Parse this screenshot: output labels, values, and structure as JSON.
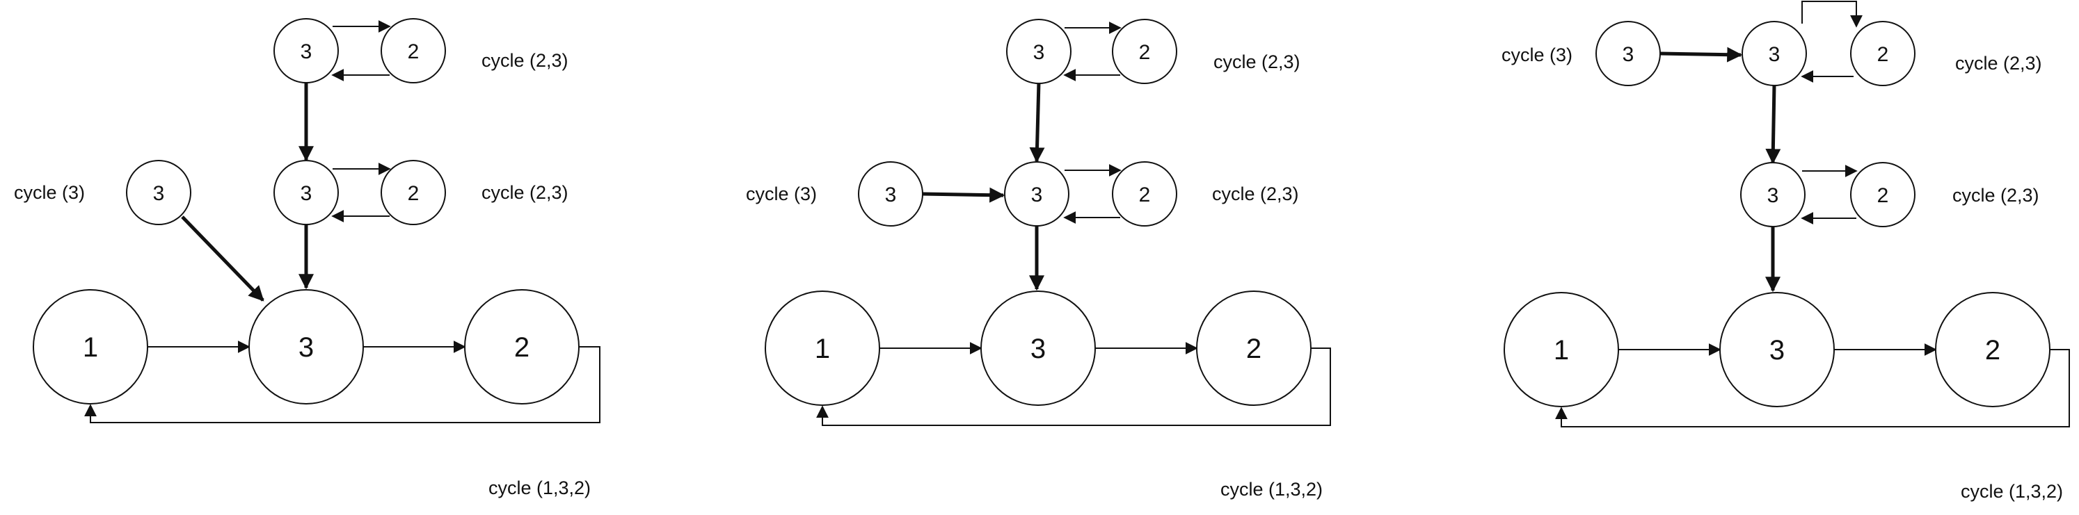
{
  "panels": [
    {
      "id": "panel-1",
      "node_labels": {
        "big1": "1",
        "big3": "3",
        "big2": "2",
        "top3": "3",
        "top2": "2",
        "mid3": "3",
        "mid2": "2",
        "side3": "3"
      },
      "cycle_labels": {
        "top": "cycle (2,3)",
        "mid": "cycle (2,3)",
        "side": "cycle (3)",
        "bottom": "cycle (1,3,2)"
      }
    },
    {
      "id": "panel-2",
      "node_labels": {
        "big1": "1",
        "big3": "3",
        "big2": "2",
        "top3": "3",
        "top2": "2",
        "mid3": "3",
        "mid2": "2",
        "side3": "3"
      },
      "cycle_labels": {
        "top": "cycle (2,3)",
        "mid": "cycle (2,3)",
        "side": "cycle (3)",
        "bottom": "cycle (1,3,2)"
      }
    },
    {
      "id": "panel-3",
      "node_labels": {
        "big1": "1",
        "big3": "3",
        "big2": "2",
        "top3": "3",
        "top2": "2",
        "mid3": "3",
        "mid2": "2",
        "side3": "3"
      },
      "cycle_labels": {
        "top": "cycle (2,3)",
        "mid": "cycle (2,3)",
        "side": "cycle (3)",
        "bottom": "cycle (1,3,2)"
      }
    }
  ]
}
